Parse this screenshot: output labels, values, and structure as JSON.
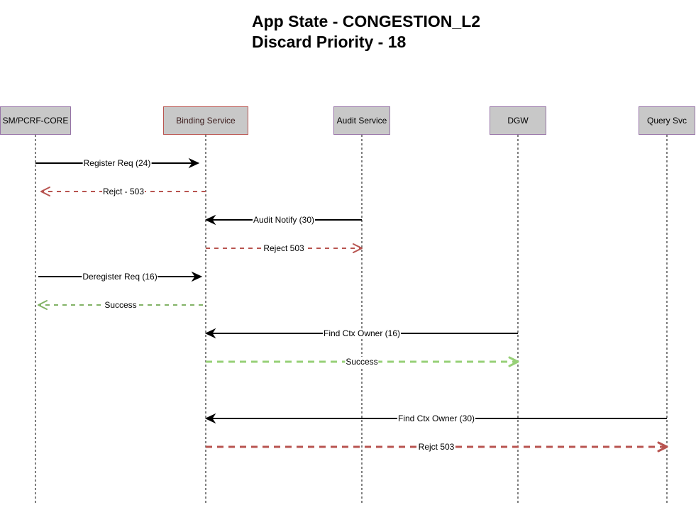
{
  "title": {
    "line1": "App State - CONGESTION_L2",
    "line2": "Discard Priority - 18"
  },
  "colors": {
    "request": "#000000",
    "reject": "#b85450",
    "success": "#82b366",
    "success_bright": "#97d077",
    "lifeline_fill": "#c8c8c8",
    "lifeline_border": "#9673a6",
    "highlight_border": "#b85450"
  },
  "participants": [
    {
      "id": "sm",
      "label": "SM/PCRF-CORE"
    },
    {
      "id": "binding",
      "label": "Binding Service"
    },
    {
      "id": "audit",
      "label": "Audit Service"
    },
    {
      "id": "dgw",
      "label": "DGW"
    },
    {
      "id": "query",
      "label": "Query Svc"
    }
  ],
  "messages": [
    {
      "from": "sm",
      "to": "binding",
      "label": "Register Req (24)",
      "style": "request"
    },
    {
      "from": "binding",
      "to": "sm",
      "label": "Rejct - 503",
      "style": "reject"
    },
    {
      "from": "audit",
      "to": "binding",
      "label": "Audit Notify (30)",
      "style": "request"
    },
    {
      "from": "binding",
      "to": "audit",
      "label": "Reject 503",
      "style": "reject"
    },
    {
      "from": "sm",
      "to": "binding",
      "label": "Deregister Req (16)",
      "style": "request"
    },
    {
      "from": "binding",
      "to": "sm",
      "label": "Success",
      "style": "success"
    },
    {
      "from": "dgw",
      "to": "binding",
      "label": "Find Ctx Owner (16)",
      "style": "request"
    },
    {
      "from": "binding",
      "to": "dgw",
      "label": "Success",
      "style": "success_bright"
    },
    {
      "from": "query",
      "to": "binding",
      "label": "Find Ctx Owner (30)",
      "style": "request"
    },
    {
      "from": "binding",
      "to": "query",
      "label": "Rejct 503",
      "style": "reject_bold"
    }
  ]
}
